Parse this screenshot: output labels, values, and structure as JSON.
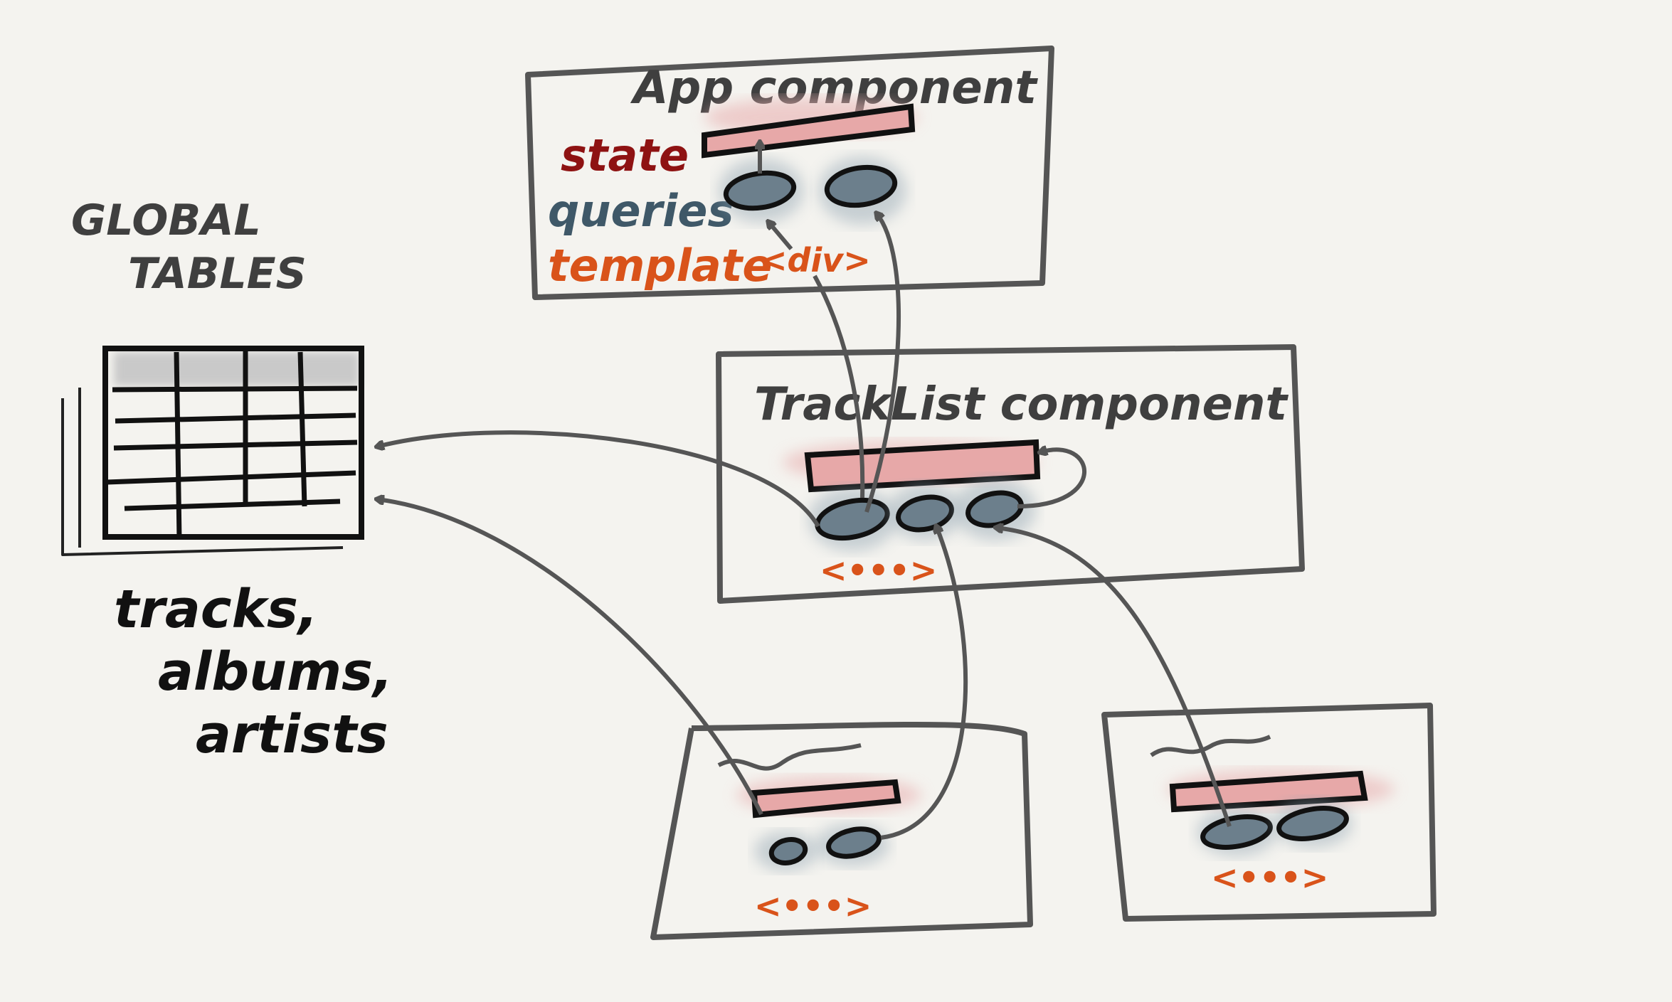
{
  "app_component": {
    "title": "App component",
    "state_label": "state",
    "queries_label": "queries",
    "template_label": "template",
    "template_tag": "<div>"
  },
  "tracklist_component": {
    "title": "TrackList component",
    "template_tag": "<•••>"
  },
  "child_left": {
    "template_tag": "<•••>"
  },
  "child_right": {
    "template_tag": "<•••>"
  },
  "global_tables": {
    "line1": "GLOBAL",
    "line2": "TABLES",
    "caption_line1": "tracks,",
    "caption_line2": "albums,",
    "caption_line3": "artists"
  },
  "colors": {
    "background": "#f4f3ef",
    "state": "#8e1212",
    "queries": "#3f5868",
    "template": "#d9531a",
    "state_bar": "#e7a8a8",
    "query_fill": "#6c7f8c"
  }
}
